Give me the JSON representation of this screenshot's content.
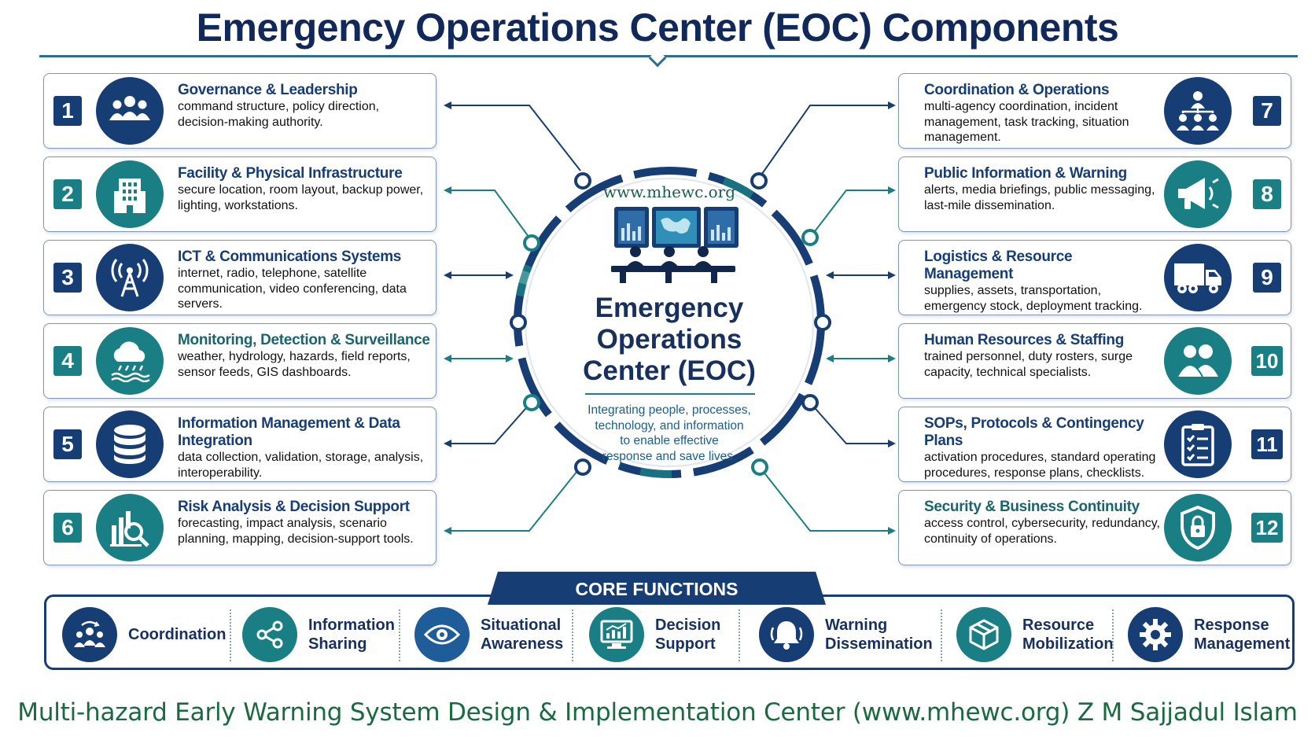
{
  "title": "Emergency Operations Center (EOC) Components",
  "center": {
    "url": "www.mhewc.org",
    "name_line1": "Emergency",
    "name_line2": "Operations",
    "name_line3": "Center (EOC)",
    "tagline_line1": "Integrating people, processes,",
    "tagline_line2": "technology, and information",
    "tagline_line3": "to enable effective",
    "tagline_line4": "response and save lives."
  },
  "colors": {
    "navy": "#173d75",
    "teal": "#1a7f84",
    "footer_green": "#1a6a40"
  },
  "components": [
    {
      "num": "1",
      "title": "Governance & Leadership",
      "desc": "command structure, policy direction, decision-making authority.",
      "icon": "people-group-icon"
    },
    {
      "num": "2",
      "title": "Facility & Physical Infrastructure",
      "desc": "secure location, room layout, backup power, lighting, workstations.",
      "icon": "building-icon"
    },
    {
      "num": "3",
      "title": "ICT & Communications Systems",
      "desc": "internet, radio, telephone, satellite communication, video conferencing, data servers.",
      "icon": "radio-tower-icon"
    },
    {
      "num": "4",
      "title": "Monitoring, Detection & Surveillance",
      "desc": "weather, hydrology, hazards, field reports, sensor feeds, GIS dashboards.",
      "icon": "rain-cloud-icon"
    },
    {
      "num": "5",
      "title": "Information Management & Data Integration",
      "desc": "data collection, validation, storage, analysis, interoperability.",
      "icon": "database-icon"
    },
    {
      "num": "6",
      "title": "Risk Analysis & Decision Support",
      "desc": "forecasting, impact analysis, scenario planning, mapping, decision-support tools.",
      "icon": "chart-magnifier-icon"
    },
    {
      "num": "7",
      "title": "Coordination & Operations",
      "desc": "multi-agency coordination, incident management, task tracking, situation management.",
      "icon": "org-hierarchy-icon"
    },
    {
      "num": "8",
      "title": "Public Information & Warning",
      "desc": "alerts, media briefings, public messaging, last-mile dissemination.",
      "icon": "megaphone-icon"
    },
    {
      "num": "9",
      "title": "Logistics & Resource Management",
      "desc": "supplies, assets, transportation, emergency stock, deployment tracking.",
      "icon": "truck-icon"
    },
    {
      "num": "10",
      "title": "Human Resources & Staffing",
      "desc": "trained personnel, duty rosters, surge capacity, technical specialists.",
      "icon": "staff-people-icon"
    },
    {
      "num": "11",
      "title": "SOPs, Protocols & Contingency Plans",
      "desc": "activation procedures, standard operating procedures, response plans, checklists.",
      "icon": "clipboard-checklist-icon"
    },
    {
      "num": "12",
      "title": "Security & Business Continuity",
      "desc": "access control, cybersecurity, redundancy, continuity of operations.",
      "icon": "shield-lock-icon"
    }
  ],
  "core": {
    "heading": "CORE FUNCTIONS",
    "items": [
      {
        "line1": "Coordination",
        "line2": "",
        "icon": "coordination-people-icon"
      },
      {
        "line1": "Information",
        "line2": "Sharing",
        "icon": "share-nodes-icon"
      },
      {
        "line1": "Situational",
        "line2": "Awareness",
        "icon": "eye-icon"
      },
      {
        "line1": "Decision",
        "line2": "Support",
        "icon": "monitor-chart-icon"
      },
      {
        "line1": "Warning",
        "line2": "Dissemination",
        "icon": "bell-icon"
      },
      {
        "line1": "Resource",
        "line2": "Mobilization",
        "icon": "box-icon"
      },
      {
        "line1": "Response",
        "line2": "Management",
        "icon": "gear-icon"
      }
    ]
  },
  "footer": "Multi-hazard Early Warning System Design & Implementation Center (www.mhewc.org) Z M Sajjadul Islam"
}
